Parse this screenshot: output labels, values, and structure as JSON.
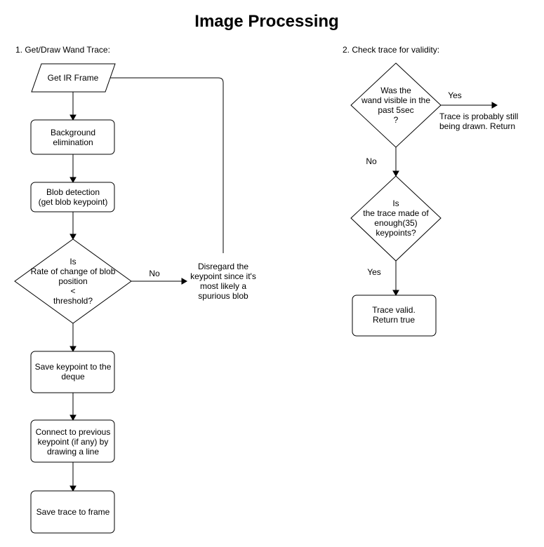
{
  "title": "Image Processing",
  "sections": {
    "left_header": "1. Get/Draw Wand Trace:",
    "right_header": "2. Check trace for validity:"
  },
  "nodes": {
    "get_ir_frame": [
      "Get IR Frame"
    ],
    "background_elimination": [
      "Background",
      "elimination"
    ],
    "blob_detection": [
      "Blob detection",
      "(get blob keypoint)"
    ],
    "rate_decision": [
      "Is",
      "Rate of change of blob",
      "position",
      "<",
      "threshold?"
    ],
    "disregard": [
      "Disregard the",
      "keypoint since it's",
      "most likely a",
      "spurious blob"
    ],
    "save_keypoint": [
      "Save keypoint to the",
      "deque"
    ],
    "connect_previous": [
      "Connect to previous",
      "keypoint (if any) by",
      "drawing a line"
    ],
    "save_trace": [
      "Save trace to frame"
    ],
    "wand_visible_decision": [
      "Was the",
      "wand visible in the",
      "past 5sec",
      "?"
    ],
    "still_drawn": [
      "Trace is probably still",
      "being drawn. Return"
    ],
    "enough_keypoints_decision": [
      "Is",
      "the trace made of",
      "enough(35)",
      "keypoints?"
    ],
    "trace_valid": [
      "Trace valid.",
      "Return true"
    ]
  },
  "edge_labels": {
    "rate_no": "No",
    "wand_yes": "Yes",
    "wand_no": "No",
    "enough_yes": "Yes"
  }
}
